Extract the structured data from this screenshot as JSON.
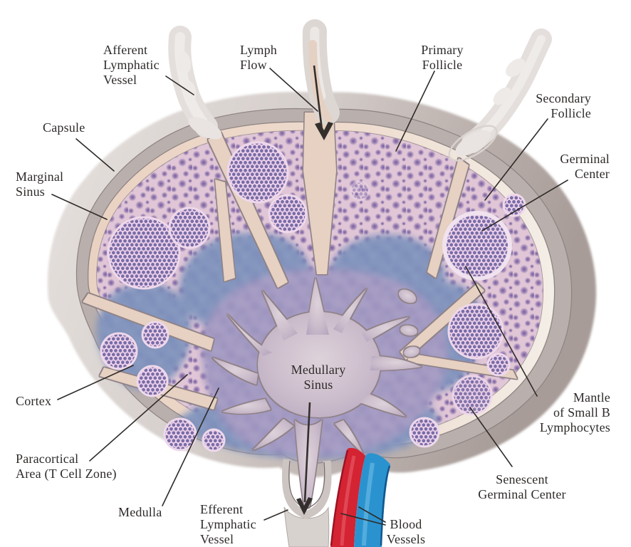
{
  "figure": {
    "type": "anatomical-diagram",
    "subject": "Lymph Node Cross-Section",
    "labels": {
      "afferent_lymphatic_vessel": "Afferent\nLymphatic\nVessel",
      "lymph_flow": "Lymph\nFlow",
      "primary_follicle": "Primary\nFollicle",
      "secondary_follicle": "Secondary\nFollicle",
      "germinal_center": "Germinal\nCenter",
      "capsule": "Capsule",
      "marginal_sinus": "Marginal\nSinus",
      "cortex": "Cortex",
      "paracortical_area": "Paracortical\nArea (T Cell Zone)",
      "medulla": "Medulla",
      "medullary_sinus": "Medullary\nSinus",
      "efferent_lymphatic_vessel": "Efferent\nLymphatic\nVessel",
      "mantle_of_small_b_lymphocytes": "Mantle\nof Small B\nLymphocytes",
      "senescent_germinal_center": "Senescent\nGerminal Center",
      "blood_vessels": "Blood\nVessels"
    },
    "colors": {
      "background": "#ffffff",
      "annotation_ink": "#2e2a28",
      "perinodal_light": "#e3ddda",
      "perinodal_dark": "#a79c98",
      "capsule_gray": "#b9afad",
      "sinus_cream": "#ecd7c8",
      "follicle_pink": "#e0c6d6",
      "follicle_dot_purple": "#7d64a3",
      "paracortex_blue": "#8fa0c4",
      "paracortex_dot_blue": "#4a5c9e",
      "medulla_purple": "#aaa0c6",
      "medullary_sinus_lavender": "#cbbccb",
      "germinal_center_purple": "#b7a4cb",
      "germinal_ring_pink": "#f0d2ec",
      "artery_red": "#d42332",
      "vein_blue": "#2a93cf"
    }
  }
}
